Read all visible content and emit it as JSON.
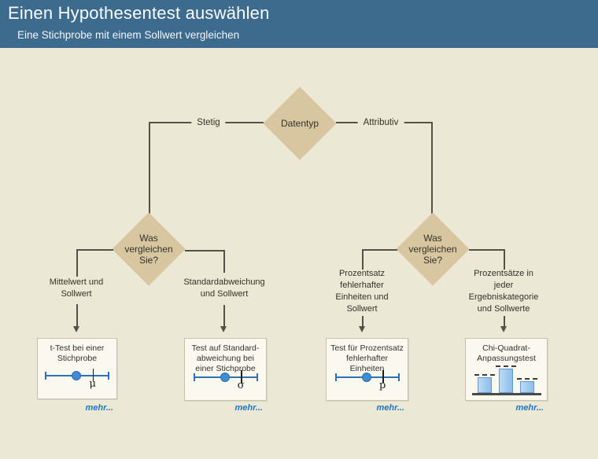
{
  "header": {
    "title": "Einen Hypothesentest auswählen",
    "subtitle": "Eine Stichprobe mit einem Sollwert vergleichen"
  },
  "root": {
    "label": "Datentyp",
    "left_branch": "Stetig",
    "right_branch": "Attributiv"
  },
  "decisions": {
    "left": "Was\nvergleichen\nSie?",
    "right": "Was\nvergleichen\nSie?"
  },
  "more_label": "mehr...",
  "columns": [
    {
      "branch_label": "Mittelwert und\nSollwert",
      "box_title": "t-Test bei einer\nStichprobe",
      "symbol": "μ",
      "icon": "dot-line-plot-icon"
    },
    {
      "branch_label": "Standardabweichung\nund Sollwert",
      "box_title": "Test auf Standard-\nabweichung bei\neiner Stichprobe",
      "symbol": "σ",
      "icon": "dot-line-plot-icon"
    },
    {
      "branch_label": "Prozentsatz\nfehlerhafter\nEinheiten und\nSollwert",
      "box_title": "Test für Prozentsatz\nfehlerhafter\nEinheiten",
      "symbol": "p",
      "icon": "dot-line-plot-icon"
    },
    {
      "branch_label": "Prozentsätze in\njeder\nErgebniskategorie\nund Sollwerte",
      "box_title": "Chi-Quadrat-\nAnpassungstest",
      "icon": "bar-chart-icon",
      "bars": [
        20,
        31,
        15
      ]
    }
  ],
  "colors": {
    "header_bg": "#3d6b8e",
    "body_bg": "#ebe8d6",
    "diamond_fill": "#d8c6a0",
    "connector_line": "#53514a",
    "box_bg": "#faf8ef",
    "box_border": "#c5c1b2",
    "plot_blue": "#2c73b4",
    "dot_blue": "#3f8bd4",
    "bar_fill": "#9cc5ec",
    "bar_border": "#5d9bd3",
    "link_blue": "#2273c3",
    "text": "#33322b"
  }
}
